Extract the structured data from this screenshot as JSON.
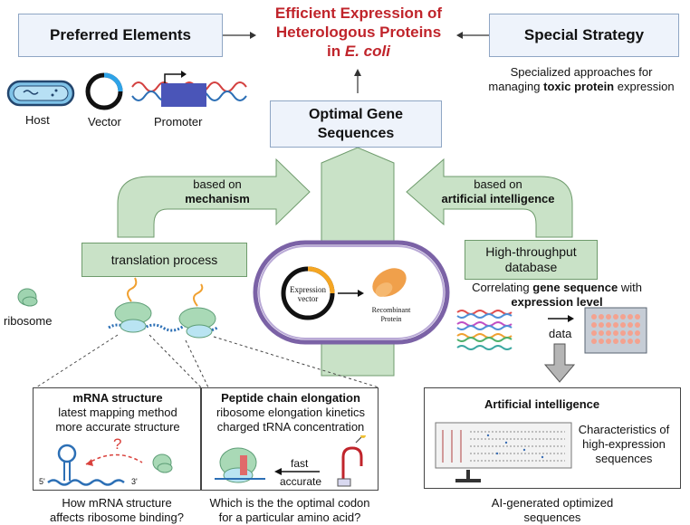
{
  "title": {
    "line1": "Efficient Expression of",
    "line2": "Heterologous  Proteins",
    "line3_pre": "in ",
    "line3_em": "E. coli"
  },
  "preferred": {
    "label": "Preferred Elements"
  },
  "special": {
    "label": "Special Strategy",
    "desc_line1": "Specialized approaches for",
    "desc_pre": "managing ",
    "desc_bold": "toxic protein",
    "desc_post": " expression"
  },
  "elements": {
    "host": "Host",
    "vector": "Vector",
    "promoter": "Promoter"
  },
  "optimal": {
    "line1": "Optimal Gene",
    "line2": "Sequences"
  },
  "mechanism": {
    "line1": "based on",
    "line2": "mechanism"
  },
  "ai_arrow": {
    "line1": "based on",
    "line2": "artificial intelligence"
  },
  "translation": {
    "label": "translation process"
  },
  "ribosome": {
    "label": "ribosome"
  },
  "cell": {
    "vector_l1": "Expression",
    "vector_l2": "vector",
    "protein_l1": "Recombinant",
    "protein_l2": "Protein"
  },
  "database": {
    "line1": "High-throughput",
    "line2": "database",
    "corr_pre": "Correlating ",
    "corr_bold": "gene sequence",
    "corr_post": " with",
    "corr_line2": "expression level",
    "data": "data"
  },
  "mrna_panel": {
    "title": "mRNA structure",
    "line1": "latest mapping method",
    "line2": "more accurate structure",
    "five": "5'",
    "three": "3'",
    "q": "?",
    "caption1": "How mRNA structure",
    "caption2": "affects ribosome binding?"
  },
  "peptide_panel": {
    "title": "Peptide chain elongation",
    "line1": "ribosome elongation kinetics",
    "line2": "charged tRNA concentration",
    "fast": "fast",
    "accurate": "accurate",
    "caption1": "Which is the the optimal codon",
    "caption2": "for a particular amino acid?"
  },
  "ai_panel": {
    "title": "Artificial intelligence",
    "char1": "Characteristics of",
    "char2": "high-expression",
    "char3": "sequences",
    "caption1": "AI-generated optimized",
    "caption2": "sequences"
  },
  "colors": {
    "red_title": "#c0242b",
    "green_arrow": "#c9e2c7",
    "blue_box": "#eef3fb",
    "cell_border": "#7b62a6",
    "vector_orange": "#f5a623"
  }
}
